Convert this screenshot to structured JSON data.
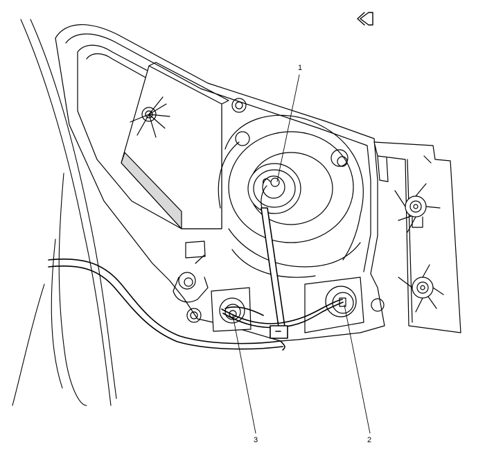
{
  "callouts": [
    {
      "id": "1",
      "label": "1"
    },
    {
      "id": "2",
      "label": "2"
    },
    {
      "id": "3",
      "label": "3"
    }
  ],
  "icons": {
    "orientation": "front-arrow-icon"
  },
  "colors": {
    "ink": "#000000",
    "paper": "#ffffff",
    "shade": "#d9d9d9"
  }
}
